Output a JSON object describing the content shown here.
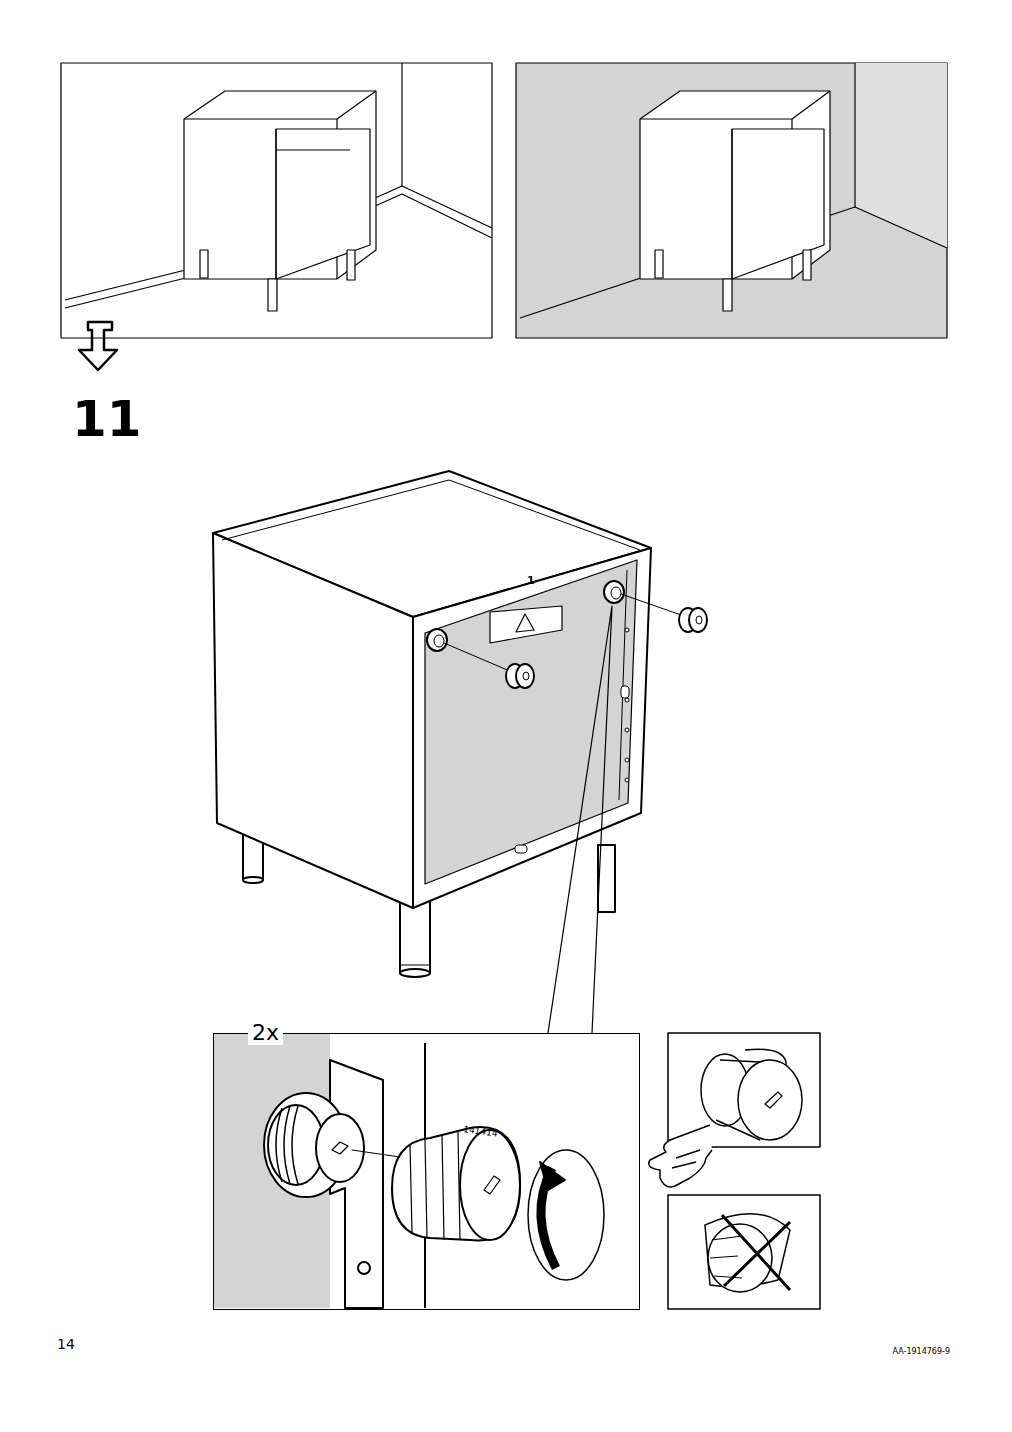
{
  "diagram": {
    "nodes": [
      {
        "text": [
          "2x"
        ]
      }
    ],
    "labels": [
      "11",
      "1",
      "141414",
      "14",
      "AA-1914769-9"
    ]
  }
}
